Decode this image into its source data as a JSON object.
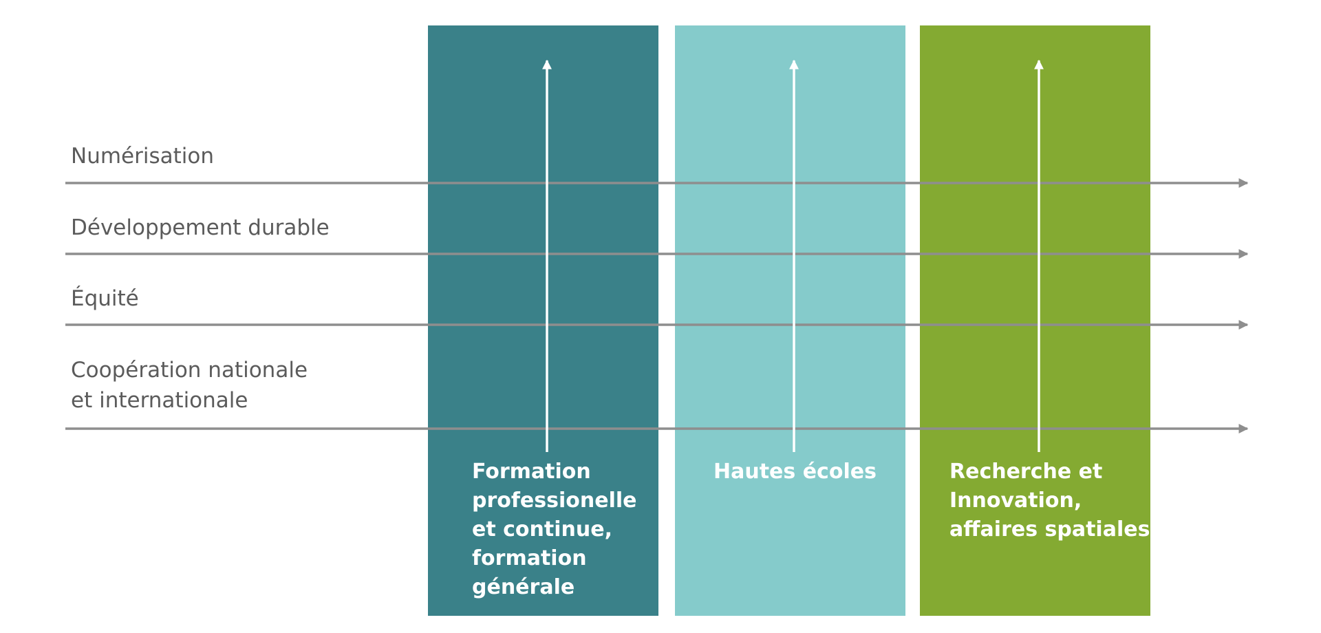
{
  "colors": {
    "background": "#ffffff",
    "arrow_gray": "#8e8e8e",
    "arrow_white": "#ffffff",
    "theme_text": "#5b5b5b",
    "pillar_text": "#ffffff"
  },
  "themes": [
    {
      "id": "numerisation",
      "lines": [
        "Numérisation"
      ]
    },
    {
      "id": "developpement-durable",
      "lines": [
        "Développement durable"
      ]
    },
    {
      "id": "equite",
      "lines": [
        "Équité"
      ]
    },
    {
      "id": "cooperation",
      "lines": [
        "Coopération nationale",
        "et internationale"
      ]
    }
  ],
  "pillars": [
    {
      "id": "formation",
      "color": "#3a8189",
      "lines": [
        "Formation",
        "professionelle",
        "et continue,",
        "formation",
        "générale"
      ]
    },
    {
      "id": "hautes-ecoles",
      "color": "#85cbcb",
      "lines": [
        "Hautes écoles"
      ]
    },
    {
      "id": "recherche",
      "color": "#84aa32",
      "lines": [
        "Recherche et",
        "Innovation,",
        "affaires spatiales"
      ]
    }
  ]
}
